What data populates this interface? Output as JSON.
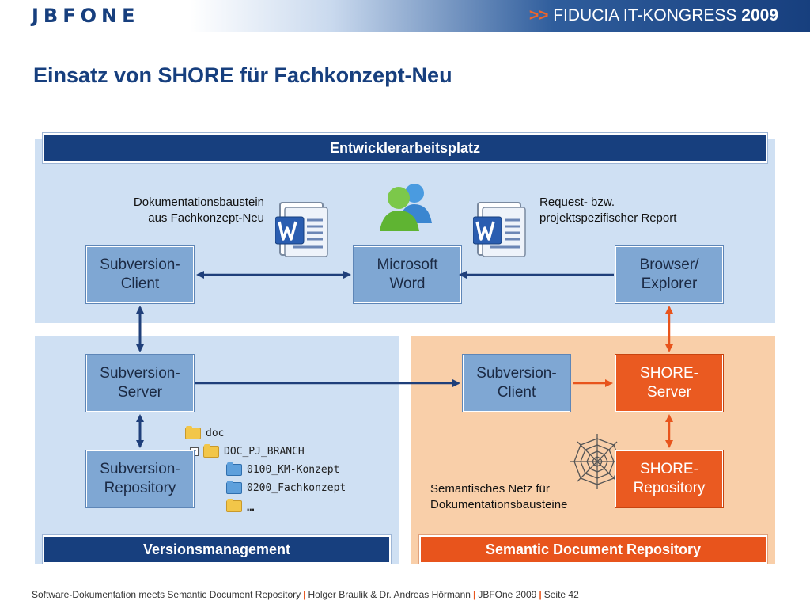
{
  "header": {
    "logo": "JBFONE",
    "congress_arrows": ">>",
    "congress_name": "FIDUCIA IT-KONGRESS",
    "congress_year": "2009"
  },
  "slide": {
    "title": "Einsatz von SHORE für Fachkonzept-Neu"
  },
  "sections": {
    "top": "Entwicklerarbeitsplatz",
    "versioning": "Versionsmanagement",
    "sdr": "Semantic Document Repository"
  },
  "boxes": {
    "svn_client_top": "Subversion-\nClient",
    "ms_word": "Microsoft\nWord",
    "browser": "Browser/\nExplorer",
    "svn_server": "Subversion-\nServer",
    "svn_repository": "Subversion-\nRepository",
    "svn_client_sdr": "Subversion-\nClient",
    "shore_server": "SHORE-\nServer",
    "shore_repository": "SHORE-\nRepository"
  },
  "labels": {
    "doc_baustein": "Dokumentationsbaustein\naus Fachkonzept-Neu",
    "request_report": "Request- bzw.\nprojektspezifischer Report",
    "semantic_net": "Semantisches Netz für\nDokumentationsbausteine"
  },
  "tree": {
    "items": [
      {
        "label": "doc",
        "color": "yellow"
      },
      {
        "label": "DOC_PJ_BRANCH",
        "color": "yellow"
      },
      {
        "label": "0100_KM-Konzept",
        "color": "blue"
      },
      {
        "label": "0200_Fachkonzept",
        "color": "blue"
      },
      {
        "label": "…",
        "color": "yellow"
      }
    ],
    "collapse_glyph": "−"
  },
  "footer": {
    "part1": "Software-Dokumentation meets Semantic Document Repository",
    "sep": "|",
    "part2": "Holger Braulik & Dr. Andreas Hörmann",
    "part3": "JBFOne 2009",
    "part4": "Seite 42"
  },
  "colors": {
    "navy": "#173f7e",
    "light_blue_panel": "#cfe0f3",
    "box_blue": "#7fa7d3",
    "orange": "#e8541c",
    "light_orange_panel": "#f9cfa9",
    "arrow_blue": "#1f3f7a",
    "arrow_orange": "#e8541c"
  },
  "icons": [
    "word-document-icon",
    "users-messenger-icon",
    "spider-web-icon",
    "folder-icon"
  ]
}
